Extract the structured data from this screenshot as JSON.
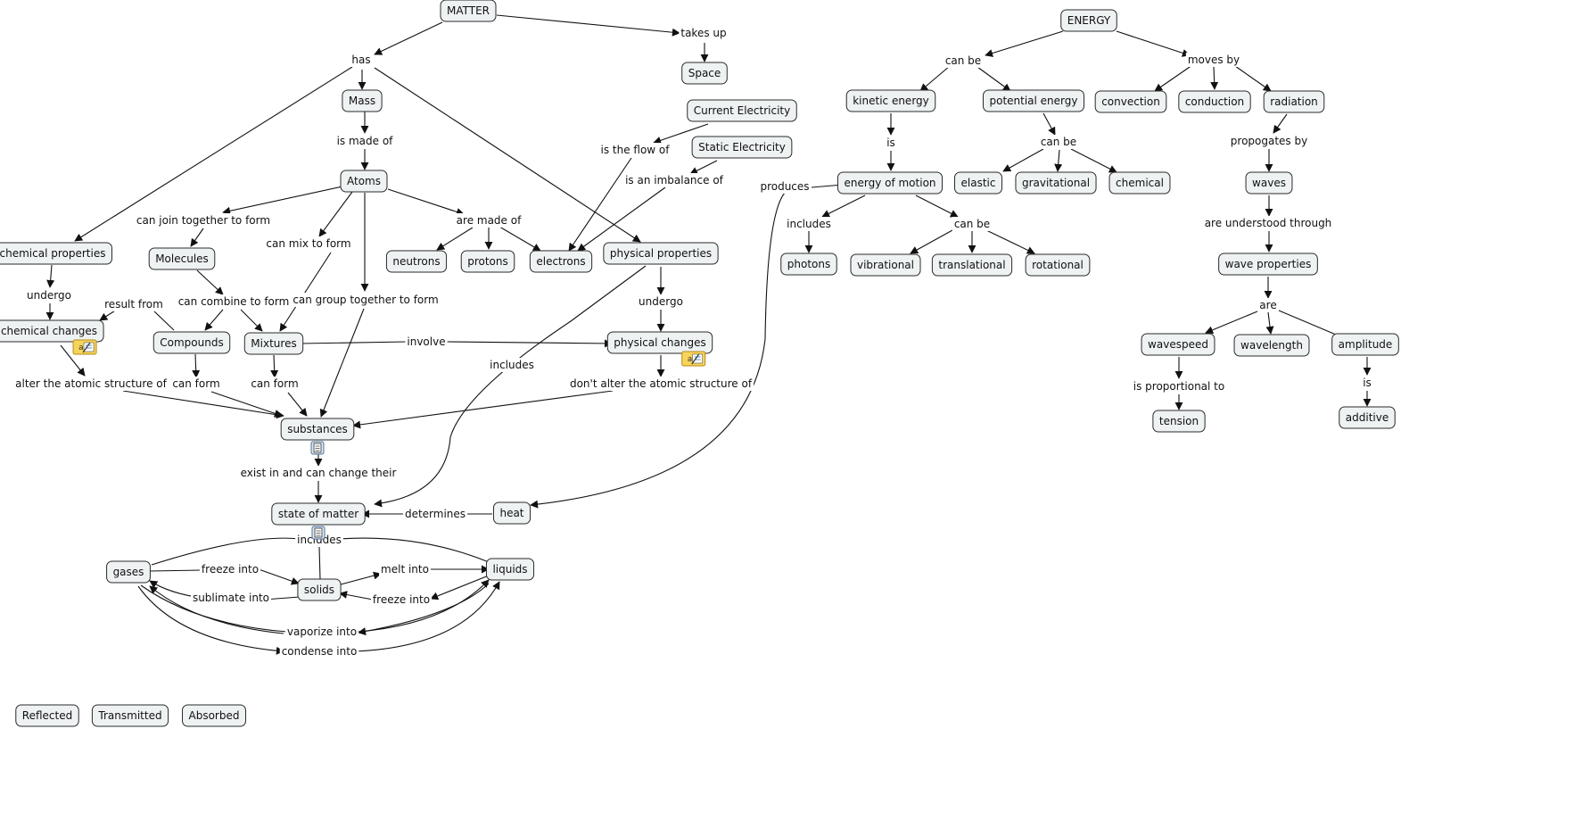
{
  "nodes": {
    "matter": "MATTER",
    "space": "Space",
    "energy": "ENERGY",
    "mass": "Mass",
    "atoms": "Atoms",
    "current_electricity": "Current Electricity",
    "static_electricity": "Static Electricity",
    "kinetic_energy": "kinetic energy",
    "potential_energy": "potential energy",
    "convection": "convection",
    "conduction": "conduction",
    "radiation": "radiation",
    "energy_of_motion": "energy of motion",
    "elastic": "elastic",
    "gravitational": "gravitational",
    "chemical": "chemical",
    "waves": "waves",
    "chemical_properties": "chemical properties",
    "molecules": "Molecules",
    "neutrons": "neutrons",
    "protons": "protons",
    "electrons": "electrons",
    "physical_properties": "physical properties",
    "photons": "photons",
    "vibrational": "vibrational",
    "translational": "translational",
    "rotational": "rotational",
    "wave_properties": "wave properties",
    "chemical_changes": "chemical changes",
    "compounds": "Compounds",
    "mixtures": "Mixtures",
    "physical_changes": "physical changes",
    "wavespeed": "wavespeed",
    "wavelength": "wavelength",
    "amplitude": "amplitude",
    "substances": "substances",
    "tension": "tension",
    "additive": "additive",
    "state_of_matter": "state of matter",
    "heat": "heat",
    "gases": "gases",
    "solids": "solids",
    "liquids": "liquids",
    "reflected": "Reflected",
    "transmitted": "Transmitted",
    "absorbed": "Absorbed"
  },
  "labels": {
    "has": "has",
    "takes_up": "takes up",
    "is_made_of": "is made of",
    "is_the_flow_of": "is the flow of",
    "is_an_imbalance_of": "is an imbalance of",
    "can_join": "can join together to form",
    "can_mix": "can mix to form",
    "are_made_of": "are made of",
    "undergo_chem": "undergo",
    "result_from": "result from",
    "can_combine": "can combine to form",
    "can_group": "can group together to form",
    "undergo_phys": "undergo",
    "involve": "involve",
    "includes_phys": "includes",
    "alter": "alter the atomic structure of",
    "can_form_compounds": "can form",
    "can_form_mixtures": "can form",
    "dont_alter": "don't alter the atomic structure of",
    "exist_in": "exist in and can change their",
    "determines": "determines",
    "includes_state": "includes",
    "freeze_into_gas": "freeze into",
    "melt_into": "melt into",
    "sublimate_into": "sublimate into",
    "freeze_into_liq": "freeze into",
    "vaporize_into": "vaporize into",
    "condense_into": "condense into",
    "energy_can_be": "can be",
    "moves_by": "moves by",
    "is_kinetic": "is",
    "potential_can_be": "can be",
    "produces": "produces",
    "includes_motion": "includes",
    "motion_can_be": "can be",
    "propogates_by": "propogates by",
    "understood_through": "are understood through",
    "are_wave": "are",
    "is_proportional_to": "is proportional to",
    "is_amplitude": "is"
  },
  "colors": {
    "node_fill": "#eef2f3",
    "node_border": "#2b2b2b",
    "link": "#111111",
    "note_icon": "#f7d45a",
    "resource_icon": "#dfe9f4"
  },
  "icons": {
    "chemical_changes": "annotation-note-icon",
    "physical_changes": "annotation-note-icon",
    "substances": "attached-resource-icon",
    "state_of_matter": "attached-resource-icon"
  }
}
